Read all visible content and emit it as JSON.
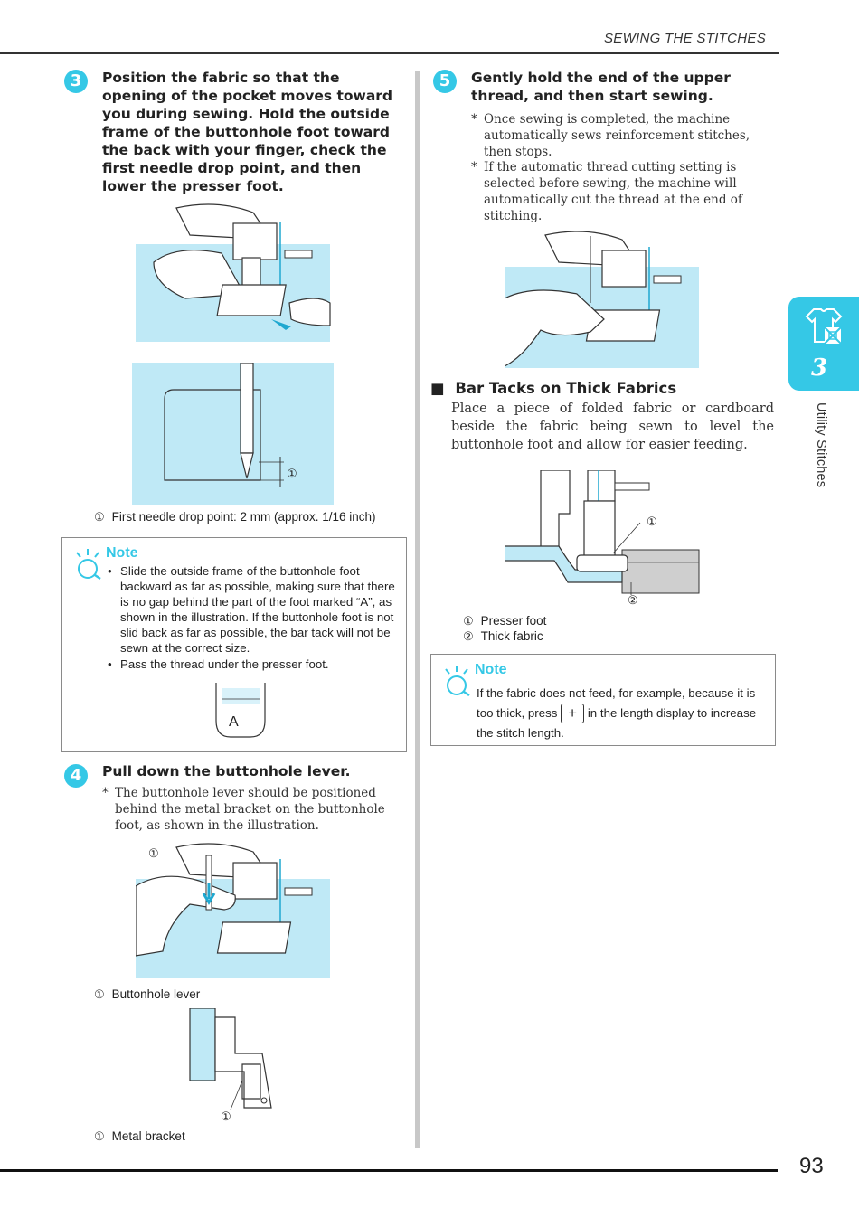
{
  "header": {
    "title": "SEWING THE STITCHES"
  },
  "page_number": "93",
  "side_tab": {
    "number": "3",
    "label": "Utility Stitches"
  },
  "step3": {
    "num": "3",
    "text": "Position the fabric so that the opening of the pocket moves toward you during sewing. Hold the outside frame of the buttonhole foot toward the back with your finger, check the first needle drop point, and then lower the presser foot.",
    "caption_num": "①",
    "caption": "First needle drop point: 2 mm (approx. 1/16 inch)",
    "fig_label": "①"
  },
  "note1": {
    "label": "Note",
    "items": [
      "Slide the outside frame of the buttonhole foot backward as far as possible, making sure that there is no gap behind the part of the foot marked “A”, as shown in the illustration. If the buttonhole foot is not slid back as far as possible, the bar tack will not be sewn at the correct size.",
      "Pass the thread under the presser foot."
    ],
    "foot_letter": "A"
  },
  "step4": {
    "num": "4",
    "text": "Pull down the buttonhole lever.",
    "bullet": "The buttonhole lever should be positioned behind the metal bracket on the buttonhole foot, as shown in the illustration.",
    "fig1_label": "①",
    "caption1_num": "①",
    "caption1": "Buttonhole lever",
    "fig2_label": "①",
    "caption2_num": "①",
    "caption2": "Metal bracket"
  },
  "step5": {
    "num": "5",
    "text": "Gently hold the end of the upper thread, and then start sewing.",
    "bullets": [
      "Once sewing is completed, the machine automatically sews reinforcement stitches, then stops.",
      "If the automatic thread cutting setting is selected before sewing, the machine will automatically cut the thread at the end of stitching."
    ]
  },
  "bar_tacks": {
    "marker": "■",
    "title": "Bar Tacks on Thick Fabrics",
    "body": "Place a piece of folded fabric or cardboard beside the fabric being sewn to level the buttonhole foot and allow for easier feeding.",
    "fig_label1": "①",
    "fig_label2": "②",
    "captions": [
      {
        "num": "①",
        "text": "Presser foot"
      },
      {
        "num": "②",
        "text": "Thick fabric"
      }
    ]
  },
  "note2": {
    "label": "Note",
    "text_before": "If the fabric does not feed, for example, because it is too thick, press",
    "button_symbol": "+",
    "text_after": "in the length display to increase the stitch length."
  },
  "colors": {
    "accent": "#35c8e6",
    "fabric": "#bfe9f6",
    "thick_fabric": "#cfcfcf"
  }
}
